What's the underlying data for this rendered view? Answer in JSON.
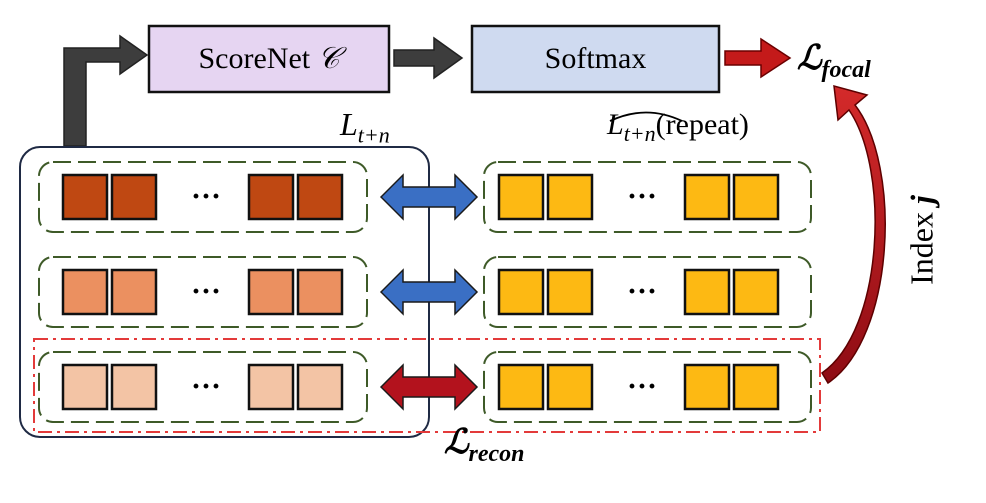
{
  "boxes": {
    "scorenet": {
      "name": "ScoreNet",
      "symbol": "𝒞"
    },
    "softmax": {
      "label": "Softmax"
    }
  },
  "losses": {
    "focal": {
      "main": "ℒ",
      "sub": "focal"
    },
    "recon": {
      "main": "ℒ",
      "sub": "recon"
    }
  },
  "labels": {
    "latent": {
      "main": "L",
      "sub": "t+n"
    },
    "latent_hat": {
      "main": "L",
      "sub": "t+n",
      "suffix": "(repeat)"
    },
    "index": "Index ",
    "index_var": "j"
  },
  "ellipsis": "···",
  "colors": {
    "scorenet_fill": "#e6d5f2",
    "softmax_fill": "#cfdaf0",
    "row1_fill": "#bf4812",
    "row2_fill": "#eb9060",
    "row3_fill": "#f3c4a5",
    "yellow_fill": "#fdb913",
    "dashed_green": "#3e5a28",
    "dashdot_red": "#e33a3a",
    "blue_arrow": "#3a6fc4",
    "red_arrow": "#b3121d",
    "gray_arrow": "#3d3d3d",
    "navy_border": "#1f2a44"
  }
}
